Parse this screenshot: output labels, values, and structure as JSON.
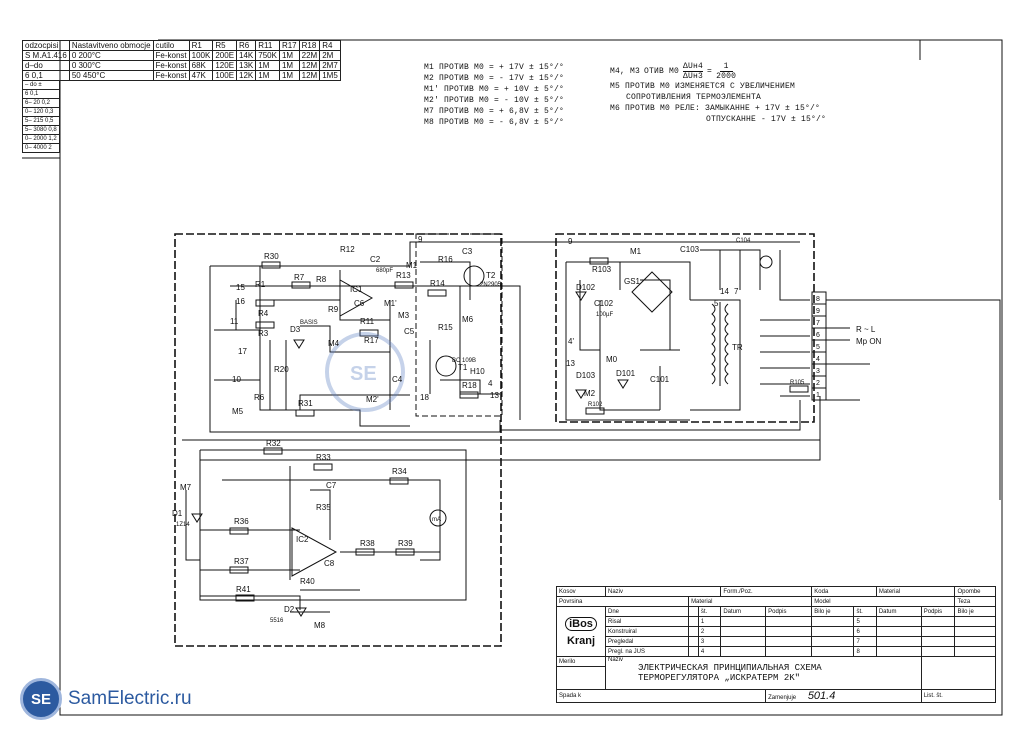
{
  "top_table": {
    "headers": [
      "odzocpisi",
      "Nastavitveno obmocje",
      "cutilo",
      "R1",
      "R5",
      "R6",
      "R11",
      "R17",
      "R18",
      "R4"
    ],
    "rows": [
      [
        "S M.A1.416",
        "0   200°C",
        "Fe-konst",
        "100K",
        "200E",
        "14K",
        "750K",
        "1M",
        "22M",
        "2M"
      ],
      [
        "d–do",
        "0   300°C",
        "Fe-konst",
        "68K",
        "120E",
        "13K",
        "1M",
        "1M",
        "12M",
        "2M7"
      ],
      [
        "6 0,1",
        "50   450°C",
        "Fe-konst",
        "47K",
        "100E",
        "12K",
        "1M",
        "1M",
        "12M",
        "1M5"
      ]
    ]
  },
  "left_table": [
    "– do  ±",
    "6 0,1",
    "6– 20 0,2",
    "0– 120 0,3",
    "5– 215 0,5",
    "5– 3080 0,8",
    "0– 2000 1,2",
    "0– 4000 2"
  ],
  "notes_left": [
    "M1 ПРОТИВ  M0 = + 17V ± 15°/°",
    "M2 ПРОТИВ  M0 = - 17V ± 15°/°",
    "M1' ПРОТИВ  M0 = + 10V ± 5°/°",
    "M2' ПРОТИВ  M0 = - 10V ± 5°/°",
    "M7 ПРОТИВ  M0 = + 6,8V ± 5°/°",
    "M8 ПРОТИВ  M0 = - 6,8V ± 5°/°"
  ],
  "notes_right": {
    "m4m3_prefix": "M4, M3",
    "m4m3_mid": "ОТИВ M0",
    "fraction_top": "ΔUн4",
    "fraction_bottom": "ΔUн3",
    "fraction_eq": "=",
    "ratio_top": "1",
    "ratio_bottom": "2000",
    "m5_line1": "M5 ПРОТИВ M0 ИЗМЕНЯЕТСЯ С УВЕЛИЧЕНИЕМ",
    "m5_line2": "СОПРОТИВЛЕНИЯ ТЕРМОЭЛЕМЕНТА",
    "m6_line1": "M6 ПРОТИВ  M0 РЕЛЕ: ЗАМЫКАННЕ + 17V ± 15°/°",
    "m6_line2": "ОТПУСКАННЕ - 17V ± 15°/°"
  },
  "components": {
    "R30": "R30",
    "R1": "R1",
    "R7": "R7",
    "R4": "R4",
    "R3": "R3",
    "D3": "D3",
    "BASIS": "BASIS",
    "R20": "R20",
    "R6": "R6",
    "R31": "R31",
    "M5": "M5",
    "M4": "M4",
    "M1": "M1",
    "M1b": "M1'",
    "M2b": "M2'",
    "M3": "M3",
    "M6": "M6",
    "H10": "H10",
    "R8": "R8",
    "R9": "R9",
    "R11": "R11",
    "R17": "R17",
    "R12": "R12",
    "IC1": "IC1",
    "C6": "C6",
    "C2": "C2",
    "C2v": "680pF",
    "R13": "R13",
    "R14": "R14",
    "C5": "C5",
    "C4": "C4",
    "C3": "C3",
    "R16": "R16",
    "R15": "R15",
    "T2": "T2",
    "T2v": "2N2905",
    "T1": "T1",
    "T1v": "BC 109B",
    "R18": "R18",
    "n15": "15",
    "n16": "16",
    "n17": "17",
    "n10": "10",
    "n11": "11",
    "n9": "9",
    "n18": "18",
    "n4": "4",
    "n13": "13",
    "n9b": "9",
    "n13b": "13",
    "n4b": "4'",
    "n14": "14",
    "n5": "5",
    "n7": "7",
    "M1r": "M1",
    "M0": "M0",
    "M2r": "M2",
    "R103": "R103",
    "D102": "D102",
    "C102": "C102",
    "C102v": "100µF",
    "GS1": "GS1",
    "D103": "D103",
    "D101": "D101",
    "C101": "C101",
    "R102": "R102",
    "C103": "C103",
    "C104": "C104",
    "TR": "TR",
    "R105": "R105",
    "out_R": "R ~ L",
    "out_Mp": "Mp ON",
    "R32": "R32",
    "R33": "R33",
    "R34": "R34",
    "C7": "C7",
    "R35": "R35",
    "M7": "M7",
    "D1": "D1",
    "D1v": "1Z14",
    "R36": "R36",
    "IC2": "IC2",
    "R37": "R37",
    "R38": "R38",
    "R39": "R39",
    "C8": "C8",
    "R40": "R40",
    "R41": "R41",
    "D2": "D2",
    "D2v": "5516",
    "M8": "M8",
    "mA": "mA",
    "term": [
      "8",
      "9",
      "7",
      "6",
      "5",
      "4",
      "3",
      "2",
      "1"
    ]
  },
  "title_block": {
    "kosov": "Kosov",
    "naziv": "Naziv",
    "form": "Form./Poz.",
    "koda": "Koda",
    "material": "Material",
    "opombe": "Opombe",
    "povrsina": "Povrsina",
    "material2": "Material",
    "model": "Model",
    "teza": "Teza",
    "dne": "Dne",
    "st": "št.",
    "datum": "Datum",
    "podpis": "Podpis",
    "bilo_je": "Bilo je",
    "risal": "Risal",
    "konstruiral": "Konstruiral",
    "pregledal": "Pregledal",
    "pregl_jus": "Pregl. na JUS",
    "brand": "iBos",
    "city": "Kranj",
    "merilo": "Merilo",
    "naziv2": "Naziv",
    "title_line1": "ЭЛЕКТРИЧЕСКАЯ ПРИНЦИПИАЛЬНАЯ СХЕМА",
    "title_line2": "ТЕРМОРЕГУЛЯТОРА „ИСКРАТЕРМ 2K\"",
    "spada_k": "Spada k",
    "zamenjuje": "Zamenjuje",
    "drawing_no": "501.4",
    "list_st": "List. št.",
    "rows_left": [
      "1",
      "2",
      "3",
      "4"
    ],
    "rows_right": [
      "5",
      "6",
      "7",
      "8"
    ]
  },
  "watermark": {
    "logo": "SE",
    "site": "SamElectric.ru"
  }
}
